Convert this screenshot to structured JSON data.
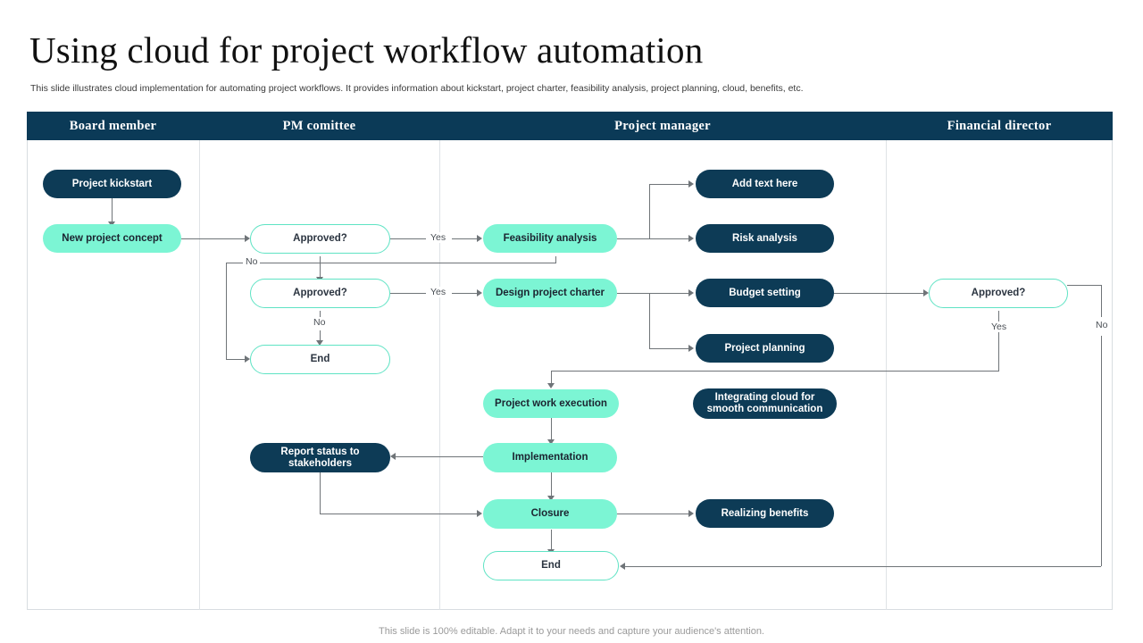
{
  "slide": {
    "title": "Using cloud for project workflow automation",
    "subtitle": "This slide illustrates cloud implementation for automating project workflows. It provides information about kickstart, project charter, feasibility analysis, project planning, cloud, benefits, etc.",
    "footer": "This slide is 100% editable. Adapt it to your needs and capture your audience's attention."
  },
  "colors": {
    "header_bar": "#0b3a57",
    "dark_node": "#0d3b56",
    "mint_node": "#7cf5d4",
    "outline_border": "#5fe3c4",
    "connector": "#6f7478"
  },
  "columns": [
    {
      "label": "Board member"
    },
    {
      "label": "PM comittee"
    },
    {
      "label": "Project manager"
    },
    {
      "label": "Financial director"
    }
  ],
  "nodes": {
    "project_kickstart": "Project kickstart",
    "new_project_concept": "New project concept",
    "approved_1": "Approved?",
    "approved_2": "Approved?",
    "end_pm": "End",
    "feasibility_analysis": "Feasibility  analysis",
    "design_project_charter": "Design project charter",
    "add_text_here": "Add  text here",
    "risk_analysis": "Risk analysis",
    "budget_setting": "Budget  setting",
    "project_planning": "Project planning",
    "approved_fd": "Approved?",
    "project_work_execution": "Project work execution",
    "integrating_cloud": "Integrating cloud  for smooth communication",
    "report_status": "Report status to stakeholders",
    "implementation": "Implementation",
    "closure": "Closure",
    "realizing_benefits": "Realizing  benefits",
    "end_final": "End"
  },
  "edge_labels": {
    "yes_1": "Yes",
    "no_1": "No",
    "yes_2": "Yes",
    "no_2": "No",
    "yes_fd": "Yes",
    "no_fd": "No"
  }
}
